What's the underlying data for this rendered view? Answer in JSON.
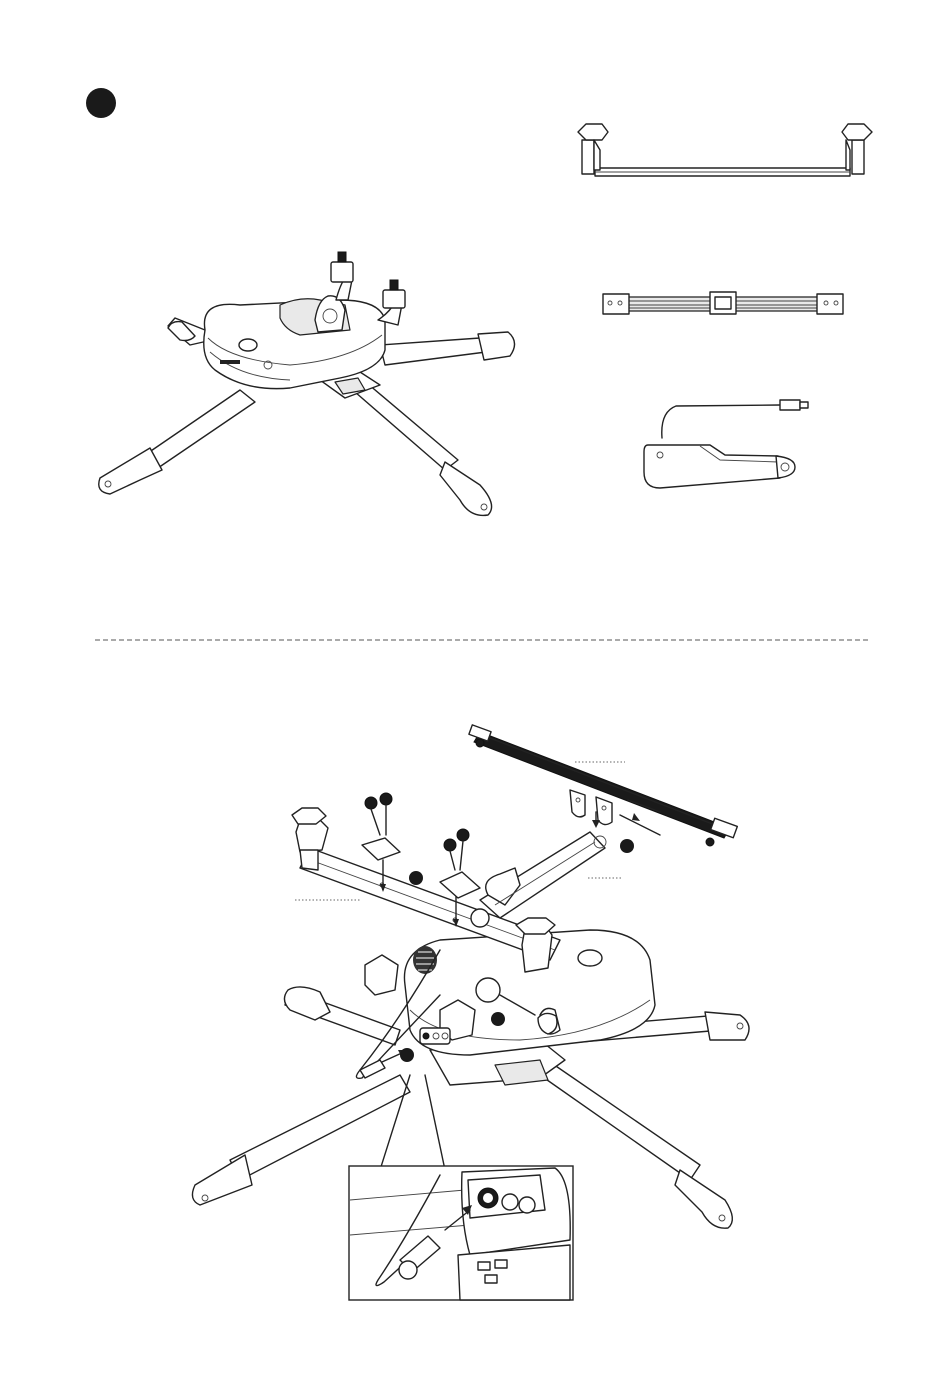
{
  "step_marker": {
    "shape": "filled-circle",
    "color": "#1a1a1a"
  },
  "section_divider": {
    "style": "dashed",
    "color": "#555555"
  },
  "top_section": {
    "base_assembly": {
      "icon": "drone-base-frame-icon"
    },
    "parts": [
      {
        "icon": "top-bar-with-clamps-icon"
      },
      {
        "icon": "flat-bracket-bar-icon"
      },
      {
        "icon": "arm-with-cable-icon"
      }
    ]
  },
  "bottom_section": {
    "exploded_assembly": {
      "icon": "exploded-assembly-icon"
    },
    "callout_dots": 5,
    "detail_inset": {
      "icon": "connector-detail-icon"
    }
  }
}
